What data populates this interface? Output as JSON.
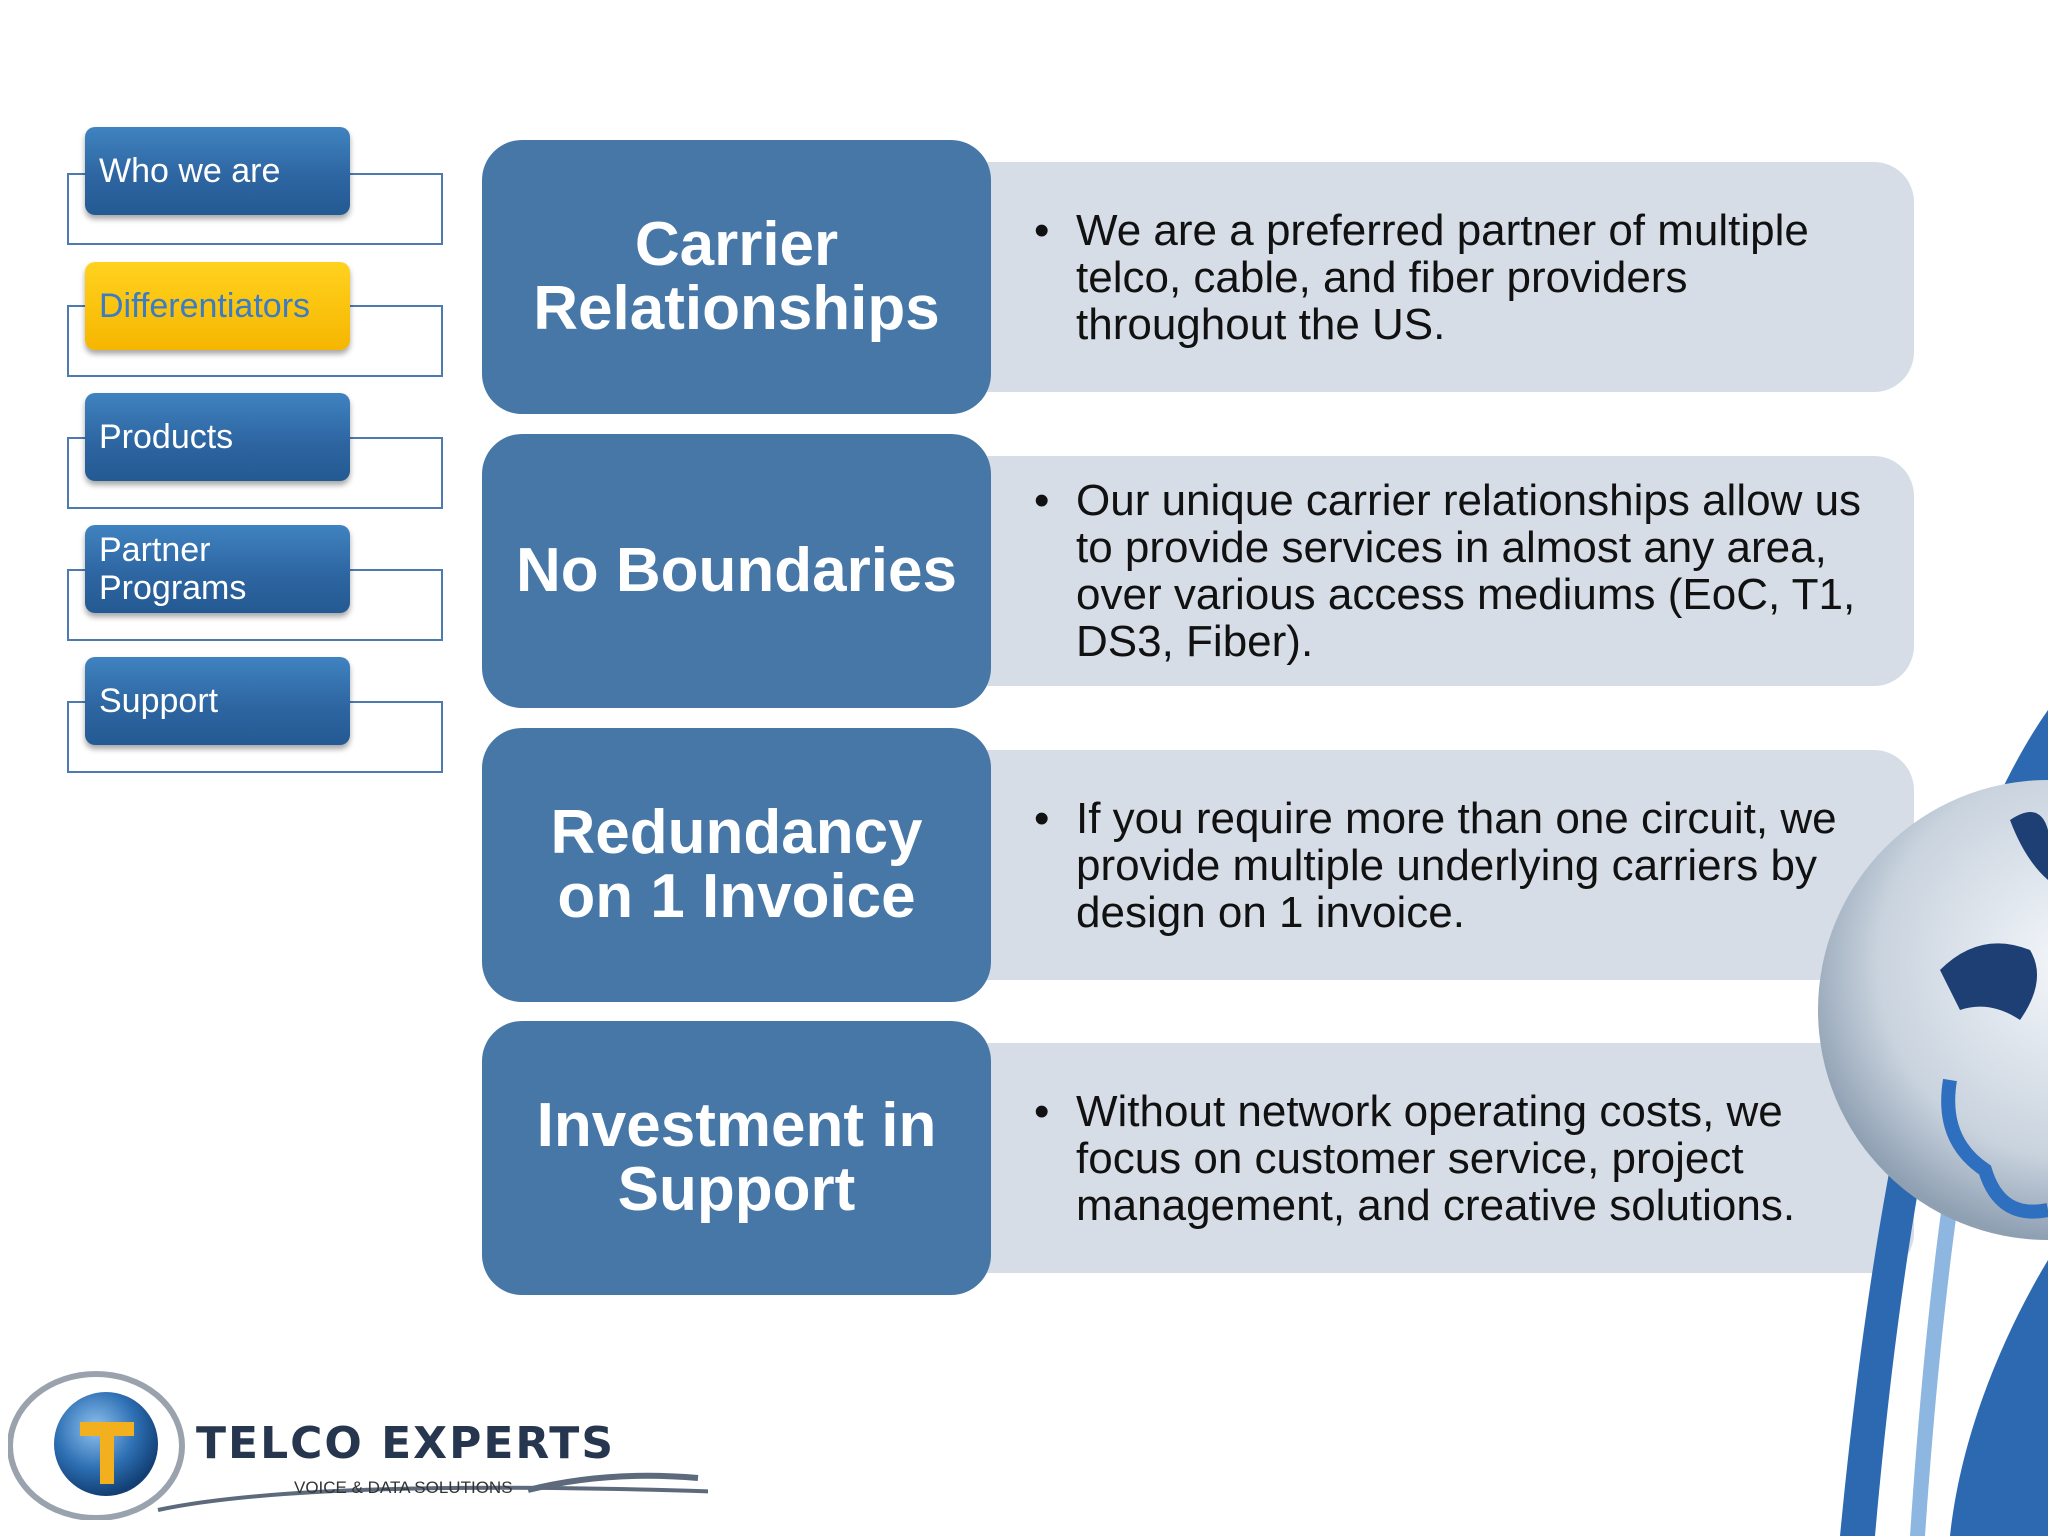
{
  "nav": {
    "items": [
      {
        "label": "Who we are"
      },
      {
        "label": "Differentiators",
        "active": true
      },
      {
        "label": "Products"
      },
      {
        "label": "Partner Programs",
        "lines": [
          "Partner",
          "Programs"
        ]
      },
      {
        "label": "Support"
      }
    ]
  },
  "rows": [
    {
      "heading": "Carrier\nRelationships",
      "text": "We are a preferred partner of multiple telco, cable, and fiber providers throughout the US."
    },
    {
      "heading": "No Boundaries",
      "text": "Our unique carrier relationships allow us to provide services in almost any area, over various access mediums (EoC, T1, DS3, Fiber)."
    },
    {
      "heading": "Redundancy\non 1 Invoice",
      "text": "If you require more than one circuit, we provide multiple underlying carriers by design on 1 invoice."
    },
    {
      "heading": "Investment in\nSupport",
      "text": "Without network operating costs, we focus on customer service, project management, and creative solutions."
    }
  ],
  "logo": {
    "name": "TELCO EXPERTS",
    "tagline": "VOICE & DATA SOLUTIONS"
  },
  "colors": {
    "nav_blue": "#2e66a2",
    "nav_active": "#f6b600",
    "heading_box": "#4677a7",
    "desc_box": "#d6dde7"
  }
}
